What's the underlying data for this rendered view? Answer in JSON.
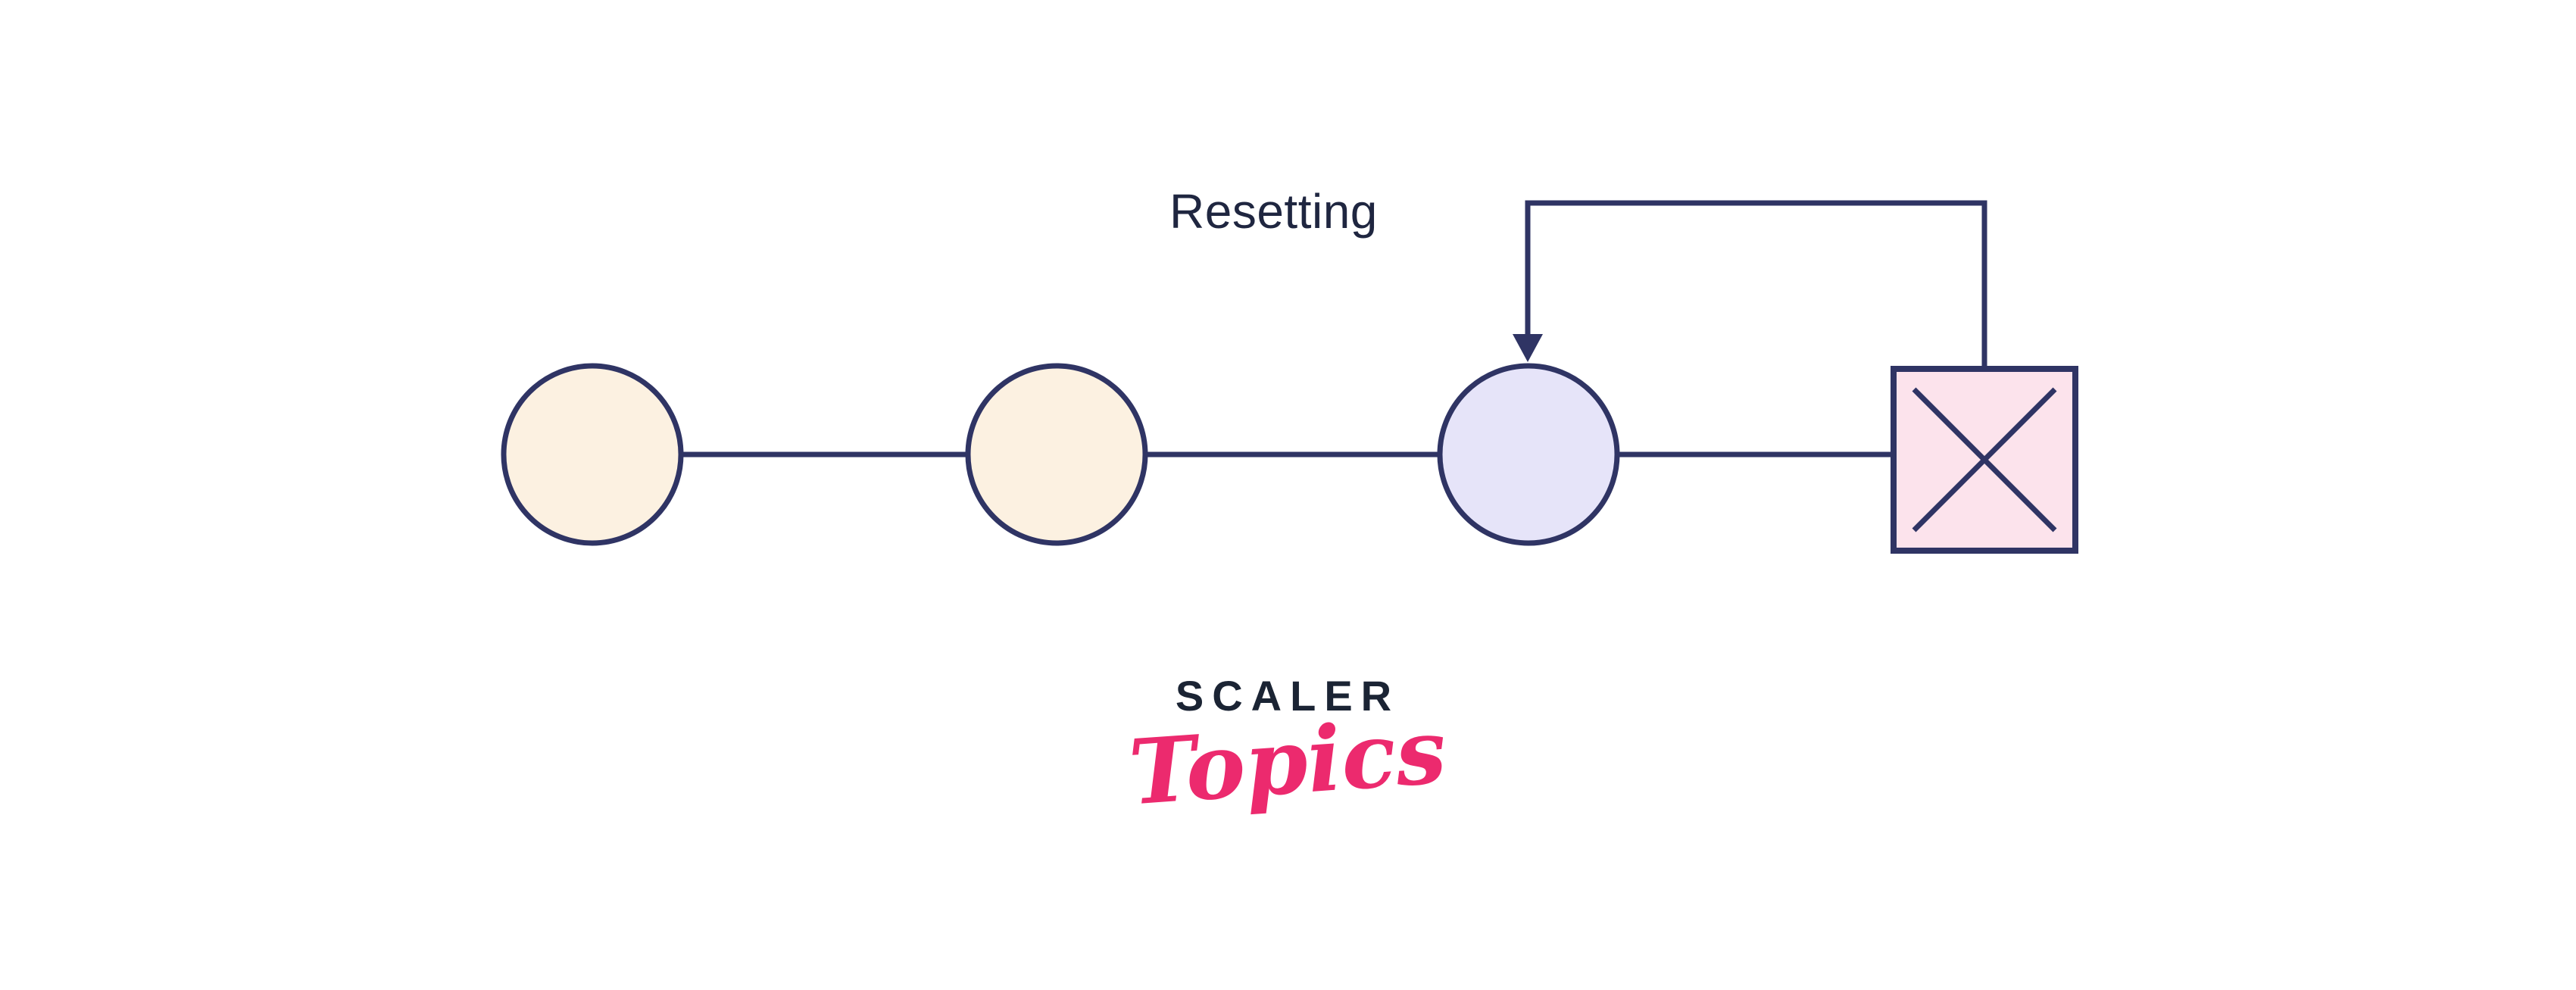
{
  "diagram": {
    "label": "Resetting",
    "nodes": [
      {
        "id": "node-1",
        "shape": "circle",
        "fill_name": "cream"
      },
      {
        "id": "node-2",
        "shape": "circle",
        "fill_name": "cream"
      },
      {
        "id": "node-3",
        "shape": "circle",
        "fill_name": "lavender",
        "annotation": "reset arrow points here"
      },
      {
        "id": "node-4",
        "shape": "square-with-x",
        "fill_name": "pink"
      }
    ],
    "connections": [
      {
        "from": "node-1",
        "to": "node-2",
        "style": "straight-line"
      },
      {
        "from": "node-2",
        "to": "node-3",
        "style": "straight-line"
      },
      {
        "from": "node-3",
        "to": "node-4",
        "style": "straight-line"
      },
      {
        "from": "node-4",
        "to": "node-3",
        "style": "right-angle-loop-with-arrowhead"
      }
    ]
  },
  "logo": {
    "brand": "SCALER",
    "wordmark": "Topics"
  },
  "colors": {
    "background": "#FFFFFF",
    "stroke_navy": "#2F3464",
    "node_fill_cream": "#FCF1E1",
    "node_fill_lavender": "#E6E4F9",
    "node_fill_pink": "#FCE3EC",
    "label_text": "#1F2640",
    "logo_navy": "#1B2434",
    "logo_pink": "#EC2A6E"
  }
}
